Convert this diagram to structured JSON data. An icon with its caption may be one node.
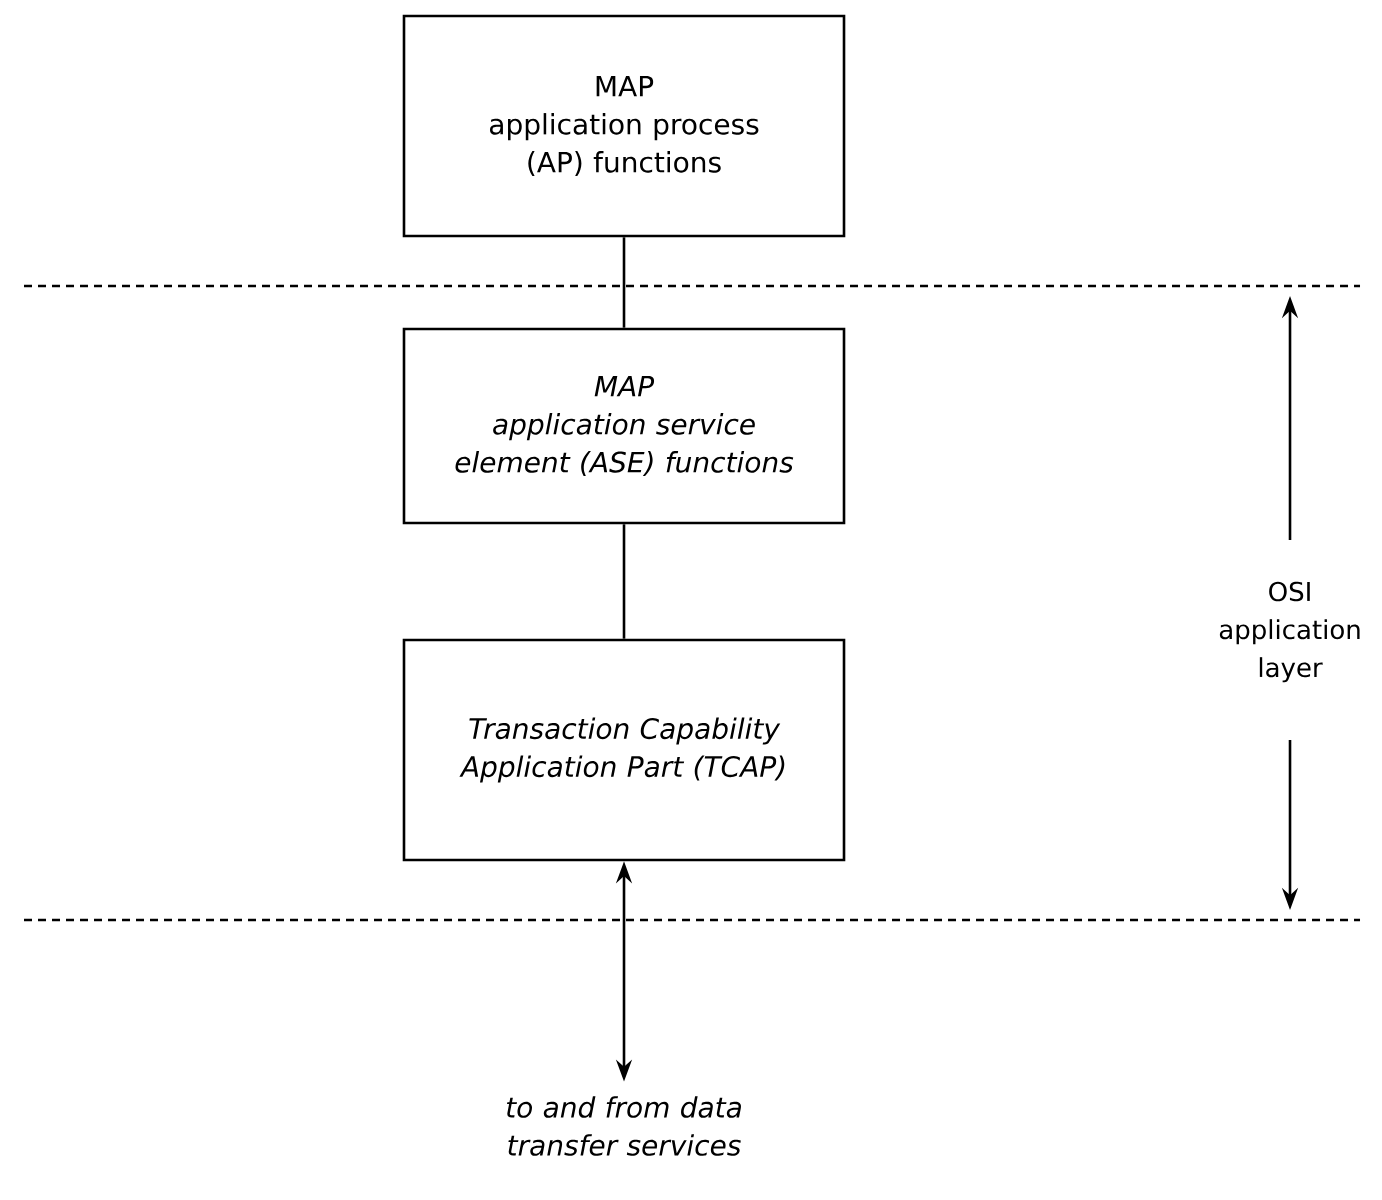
{
  "diagram": {
    "nodes": [
      {
        "text": [
          "MAP",
          "application process (AP) functions"
        ]
      },
      {
        "text": [
          "MAP",
          "application service element (ASE) functions"
        ]
      },
      {
        "text": [
          "Transaction Capability Application Part (TCAP)"
        ]
      },
      {
        "text": [
          "to and from data transfer services"
        ]
      }
    ],
    "edges": [
      {
        "from": 0,
        "to": 1,
        "arrow": "none"
      },
      {
        "from": 1,
        "to": 2,
        "arrow": "none"
      },
      {
        "from": 2,
        "to": 3,
        "arrow": "both"
      }
    ],
    "labels": [
      "OSI application layer"
    ]
  }
}
